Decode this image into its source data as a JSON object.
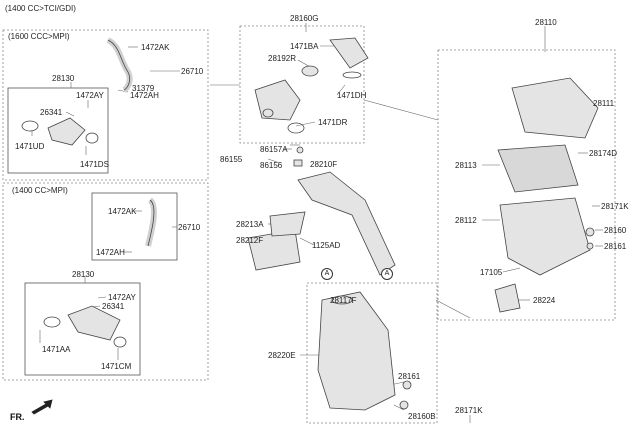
{
  "sections": {
    "tci_gdi": "(1400 CC>TCI/GDI)",
    "mpi_1600": "(1600 CCC>MPI)",
    "mpi_1400": "(1400 CC>MPI)"
  },
  "callouts": {
    "A1": "A",
    "A2": "A"
  },
  "labels": {
    "p28160G": "28160G",
    "p1471BA": "1471BA",
    "p28192R": "28192R",
    "p1471DH": "1471DH",
    "p1471DR": "1471DR",
    "p1472AK_a": "1472AK",
    "p26710_a": "26710",
    "p28130_a": "28130",
    "p1472AY_a": "1472AY",
    "p31379": "31379",
    "p1472AH_a": "1472AH",
    "p26341_a": "26341",
    "p1471UD": "1471UD",
    "p1471DS": "1471DS",
    "p86155": "86155",
    "p86157A": "86157A",
    "p86156": "86156",
    "p28210F": "28210F",
    "p28110": "28110",
    "p28111": "28111",
    "p28113": "28113",
    "p28174D": "28174D",
    "p28171K_a": "28171K",
    "p28112": "28112",
    "p28160": "28160",
    "p28161_a": "28161",
    "p17105": "17105",
    "p28224": "28224",
    "p1472AK_b": "1472AK",
    "p26710_b": "26710",
    "p1472AH_b": "1472AH",
    "p28130_b": "28130",
    "p1472AY_b": "1472AY",
    "p26341_b": "26341",
    "p1471AA": "1471AA",
    "p1471CM": "1471CM",
    "p28213A": "28213A",
    "p28212F": "28212F",
    "p1125AD": "1125AD",
    "p28117F": "28117F",
    "p28220E": "28220E",
    "p28161_b": "28161",
    "p28160B": "28160B",
    "p28171K_b": "28171K"
  },
  "orientation": {
    "front": "FR."
  }
}
